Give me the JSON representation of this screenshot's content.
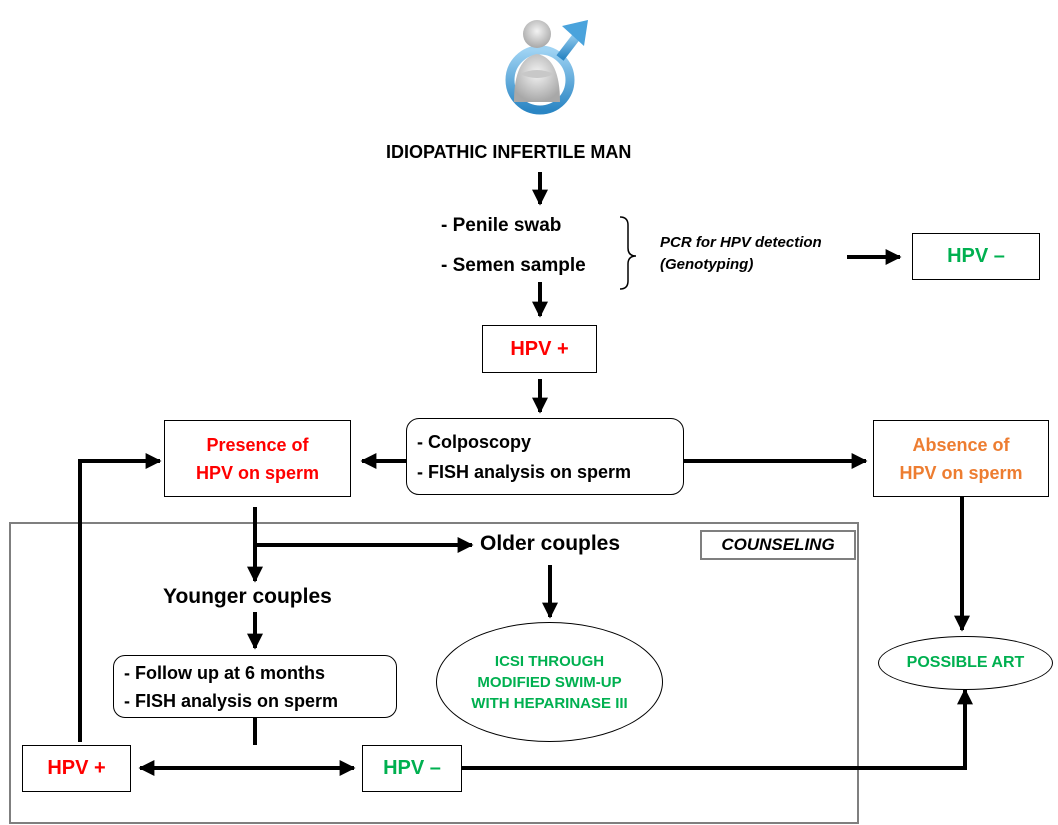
{
  "colors": {
    "red": "#ff0000",
    "green": "#00b050",
    "orange": "#ed7d31",
    "frame": "#7f7f7f"
  },
  "icon": "male-symbol-figure-icon",
  "title": "IDIOPATHIC INFERTILE MAN",
  "samples": {
    "line1": "- Penile swab",
    "line2": "- Semen sample"
  },
  "pcr": {
    "line1": "PCR for HPV detection",
    "line2": "(Genotyping)"
  },
  "hpv_negative_top": "HPV –",
  "hpv_positive_mid": "HPV +",
  "tests": {
    "line1": "- Colposcopy",
    "line2": "- FISH analysis on sperm"
  },
  "presence": {
    "line1": "Presence of",
    "line2": "HPV on sperm"
  },
  "absence": {
    "line1": "Absence of",
    "line2": "HPV on sperm"
  },
  "counseling": "COUNSELING",
  "older": "Older couples",
  "younger": "Younger couples",
  "followup": {
    "line1": "- Follow up at 6 months",
    "line2": "- FISH analysis on sperm"
  },
  "icsi": {
    "line1": "ICSI THROUGH",
    "line2": "MODIFIED SWIM-UP",
    "line3": "WITH HEPARINASE III"
  },
  "possible_art": "POSSIBLE ART",
  "hpv_positive_bottom": "HPV +",
  "hpv_negative_bottom": "HPV –"
}
